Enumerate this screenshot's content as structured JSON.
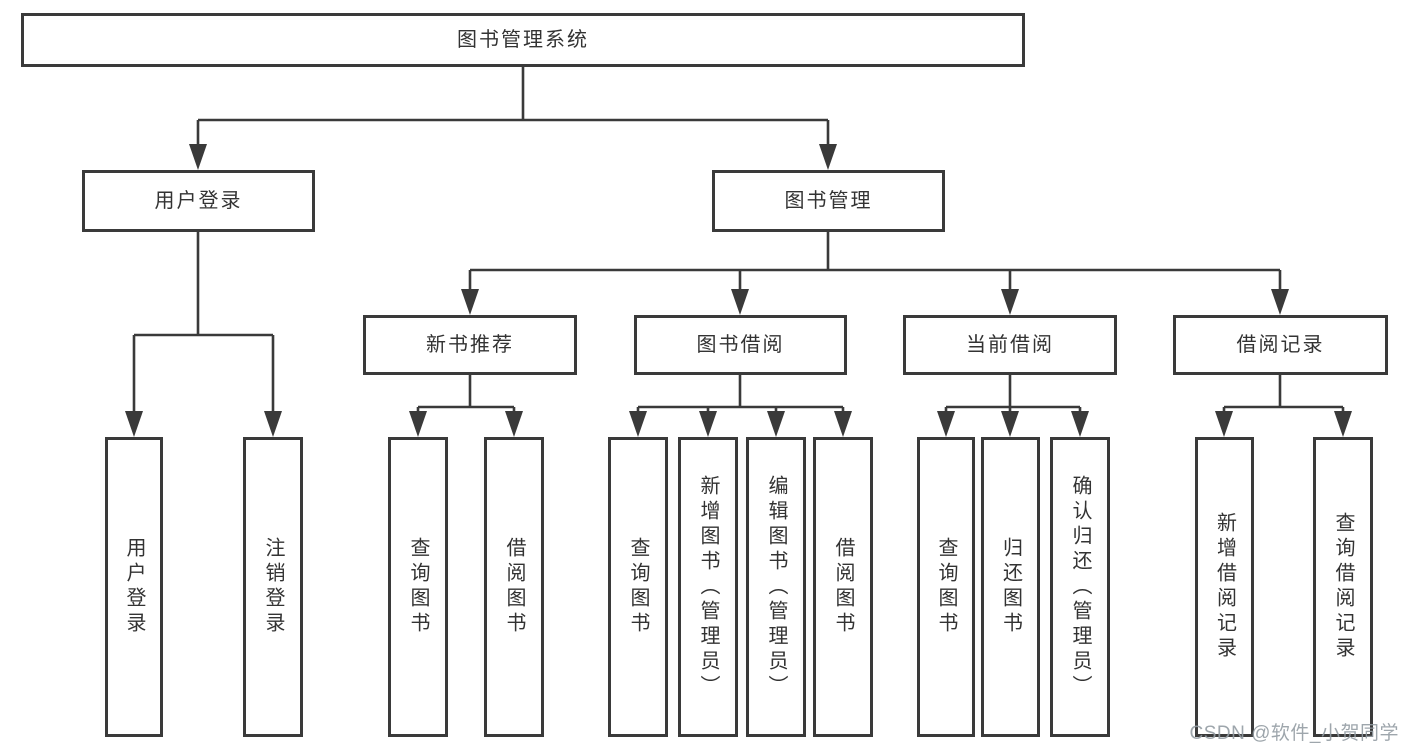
{
  "diagram_type": "hierarchy-tree",
  "tree": {
    "label": "图书管理系统",
    "children": [
      {
        "label": "用户登录",
        "children": [
          {
            "label": "用户登录"
          },
          {
            "label": "注销登录"
          }
        ]
      },
      {
        "label": "图书管理",
        "children": [
          {
            "label": "新书推荐",
            "children": [
              {
                "label": "查询图书"
              },
              {
                "label": "借阅图书"
              }
            ]
          },
          {
            "label": "图书借阅",
            "children": [
              {
                "label": "查询图书"
              },
              {
                "label": "新增图书（管理员）"
              },
              {
                "label": "编辑图书（管理员）"
              },
              {
                "label": "借阅图书"
              }
            ]
          },
          {
            "label": "当前借阅",
            "children": [
              {
                "label": "查询图书"
              },
              {
                "label": "归还图书"
              },
              {
                "label": "确认归还（管理员）"
              }
            ]
          },
          {
            "label": "借阅记录",
            "children": [
              {
                "label": "新增借阅记录"
              },
              {
                "label": "查询借阅记录"
              }
            ]
          }
        ]
      }
    ]
  },
  "watermark": "CSDN @软件_小贺同学",
  "colors": {
    "line": "#3a3a3a",
    "box_border": "#3a3a3a",
    "text": "#333333",
    "watermark": "#949ca3",
    "background": "#ffffff"
  }
}
